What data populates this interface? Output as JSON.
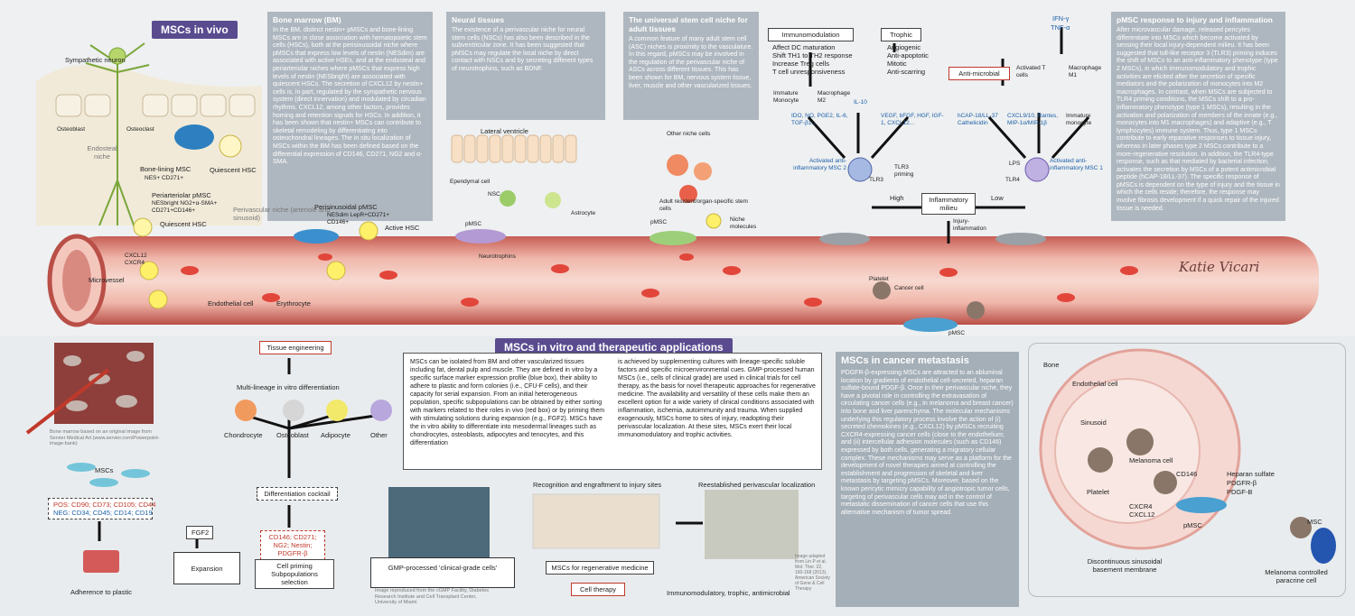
{
  "sections": {
    "in_vivo": "MSCs in vivo",
    "in_vitro": "MSCs in vitro and therapeutic applications",
    "metastasis": "MSCs in cancer metastasis"
  },
  "panels": {
    "bone_marrow": {
      "title": "Bone marrow (BM)",
      "text": "In the BM, distinct nestin+ pMSCs and bone-lining MSCs are in close association with hematopoietic stem cells (HSCs), both at the perisinusoidal niche where pMSCs that express low levels of nestin (NESdim) are associated with active HSEs, and at the endosteal and periarteriolar niches where pMSCs that express high levels of nestin (NESbright) are associated with quiescent HSCs. The secretion of CXCL12 by nestin+ cells is, in part, regulated by the sympathetic nervous system (direct innervation) and modulated by circadian rhythms. CXCL12, among other factors, provides homing and retention signals for HSCs. In addition, it has been shown that nestin+ MSCs can contribute to skeletal remodeling by differentiating into osteochondral lineages. The in situ localization of MSCs within the BM has been defined based on the differential expression of CD146, CD271, NG2 and α-SMA."
    },
    "neural": {
      "title": "Neural tissues",
      "text": "The existence of a perivascular niche for neural stem cells (NSCs) has also been described in the subventricular zone. It has been suggested that pMSCs may regulate the local niche by direct contact with NSCs and by secreting different types of neurotrophins, such as BDNF."
    },
    "universal": {
      "title": "The universal stem cell niche for adult tissues",
      "text": "A common feature of many adult stem cell (ASC) niches is proximity to the vasculature. In this regard, pMSCs may be involved in the regulation of the perivascular niche of ASCs across different tissues. This has been shown for BM, nervous system tissue, liver, muscle and other vascularized tissues."
    },
    "response": {
      "title": "pMSC response to injury and inflammation",
      "text": "After microvascular damage, released pericytes differentiate into MSCs which become activated by sensing their local injury-dependent milieu. It has been suggested that toll-like receptor 3 (TLR3) priming induces the shift of MSCs to an anti-inflammatory phenotype (type 2 MSCs), in which immunomodulatory and trophic activities are elicited after the secretion of specific mediators and the polarization of monocytes into M2 macrophages. In contrast, when MSCs are subjected to TLR4 priming conditions, the MSCs shift to a pro-inflammatory phenotype (type 1 MSCs), resulting in the activation and polarization of members of the innate (e.g., monocytes into M1 macrophages) and adaptive (e.g., T lymphocytes) immune system. Thus, type 1 MSCs contribute to early reparative responses to tissue injury, whereas in later phases type 2 MSCs contribute to a more-regenerative resolution. In addition, the TLR4-type response, such as that mediated by bacterial infection, activates the secretion by MSCs of a potent antimicrobial peptide (hCAP-18/LL-37). The specific response of pMSCs is dependent on the type of injury and the tissue in which the cells reside; therefore, the response may involve fibrosis development if a quick repair of the injured tissue is needed."
    },
    "metastasis": {
      "text": "PDGFR-β-expressing MSCs are attracted to an abluminal location by gradients of endothelial cell-secreted, heparan sulfate-bound PDGF-β. Once in their perivascular niche, they have a pivotal role in controlling the extravasation of circulating cancer cells (e.g., in melanoma and breast cancer) into bone and liver parenchyma. The molecular mechanisms underlying this regulatory process involve the action of (i) secreted chemokines (e.g., CXCL12) by pMSCs recruiting CXCR4-expressing cancer cells (close to the endothelium; and (ii) intercellular adhesion molecules (such as CD146) expressed by both cells, generating a migratory cellular complex. These mechanisms may serve as a platform for the development of novel therapies aimed at controlling the establishment and progression of skeletal and liver metastasis by targeting pMSCs. Moreover, based on the known pericytic mimicry capability of angiotropic tumor cells, targeting of perivascular cells may aid in the control of metastatic dissemination of cancer cells that use this alternative mechanism of tumor spread."
    }
  },
  "vessel_labels": {
    "sympathetic": "Sympathetic neuron",
    "osteoblast1": "Osteoblast",
    "osteoclast": "Osteoclast",
    "endosteal": "Endosteal niche",
    "bone_lining": "Bone-lining MSC",
    "bone_lining_markers": "NES+ CD271+",
    "quiescent_hsc_top": "Quiescent HSC",
    "periarteriolar": "Periarteriolar pMSC",
    "periarteriolar_markers": "NESbright NG2+α-SMA+ CD271+CD146+",
    "quiescent_hsc": "Quiescent HSC",
    "perivascular": "Perivascular niche (arteriole and sinusoid)",
    "perisinusoidal": "Perisinusoidal pMSC",
    "perisinusoidal_markers": "NESdim LepR+CD271+ CD146+",
    "active_hsc": "Active HSC",
    "cxcl12": "CXCL12",
    "cxcr4": "CXCR4",
    "microvessel": "Microvessel",
    "endothelial": "Endothelial cell",
    "erythrocyte": "Erythrocyte",
    "lateral_ventricle": "Lateral ventricle",
    "ependymal": "Ependymal cell",
    "nsc": "NSC",
    "astrocyte": "Astrocyte",
    "pmsc1": "pMSC",
    "neurotrophins": "Neurotrophins",
    "other_niche": "Other niche cells",
    "adult_resident": "Adult resident/organ-specific stem cells",
    "pmsc2": "pMSC",
    "niche_molecules": "Niche molecules",
    "platelet": "Platelet",
    "cancer_cell": "Cancer cell",
    "pmsc3": "pMSC",
    "injury": "Injury-inflammation",
    "signature": "Katie Vicari"
  },
  "inflammation": {
    "immunomodulation": "Immunomodulation",
    "immuno_items": [
      "Affect DC maturation",
      "Shift TH1 to TH2 response",
      "Increase Treg cells",
      "T cell unresponsiveness"
    ],
    "trophic": "Trophic",
    "trophic_items": [
      "Angiogenic",
      "Anti-apoptotic",
      "Mitotic",
      "Anti-scarring"
    ],
    "antimicrobial": "Anti-microbial",
    "ifn": "IFN-γ",
    "tnf": "TNF-α",
    "immature_monocyte_l": "Immature Monocyte",
    "macrophage_m2": "Macrophage M2",
    "il10": "IL-10",
    "mediators_l": "IDO, NO, PGE2, IL-6, TGF-β1...",
    "mediators_m": "VEGF, bFGF, HGF, IGF-1, CXCL12...",
    "hcap": "hCAP-18/LL-37 Cathelicidin",
    "cxcl9": "CXCL9/10, Rantes, MIP-1α/MIP-1β",
    "activated_t": "Activated T cells",
    "macrophage_m1": "Macrophage M1",
    "immature_monocyte_r": "Immature monocyte",
    "msc2": "Activated anti-inflammatory MSC 2",
    "msc1": "Activated anti-inflammatory MSC 1",
    "tlr3": "TLR3",
    "tlr3_priming": "TLR3 priming",
    "tlr4": "TLR4",
    "lps": "LPS",
    "high": "High",
    "low": "Low",
    "milieu": "Inflammatory milieu"
  },
  "in_vitro": {
    "tissue_engineering": "Tissue engineering",
    "multilineage": "Multi-lineage in vitro differentiation",
    "lineages": [
      "Chondrocyte",
      "Osteoblast",
      "Adipocyte",
      "Other"
    ],
    "cocktail": "Differentiation cocktail",
    "bone_marrow_credit": "Bone marrow based on an original image from Servier Medical Art (www.servier.com/Powerpoint-image-bank)",
    "mscs": "MSCs",
    "pos": "POS: CD90; CD73; CD105; CD44",
    "neg": "NEG: CD34; CD45; CD14; CD19",
    "adherence": "Adherence to plastic",
    "fgf2": "FGF2",
    "expansion": "Expansion",
    "priming_markers": "CD146; CD271; NG2; Nestin; PDGFR-β",
    "priming": "Cell priming Subpopulations selection",
    "gmp": "GMP-processed 'clinical-grade cells'",
    "gmp_credit": "Image reproduced from the cGMP Facility, Diabetes Research Institute and Cell Transplant Center, University of Miami",
    "recognition": "Recognition and engraftment to injury sites",
    "relocalization": "Reestablished perivascular localization",
    "relocal_credit": "Image adapted from Lin P et al. Mol. Ther. 22, 160-168 (2013). American Society of Gene & Cell Therapy",
    "regen": "MSCs for regenerative medicine",
    "therapy": "Cell therapy",
    "effects": "Immunomodulatory, trophic, antimicrobial",
    "text_left": "MSCs can be isolated from BM and other vascularized tissues including fat, dental pulp and muscle. They are defined in vitro by a specific surface marker expression profile (blue box), their ability to adhere to plastic and form colonies (i.e., CFU-F cells), and their capacity for serial expansion. From an initial heterogeneous population, specific subpopulations can be obtained by either sorting with markers related to their roles in vivo (red box) or by priming them with stimulating solutions during expansion (e.g., FGF2). MSCs have the in vitro ability to differentiate into mesodermal lineages such as chondrocytes, osteoblasts, adipocytes and tenocytes, and this differentiation",
    "text_right": "is achieved by supplementing cultures with lineage-specific soluble factors and specific microenvironmental cues. GMP-processed human MSCs (i.e., cells of clinical grade) are used in clinical trials for cell therapy, as the basis for novel therapeutic approaches for regenerative medicine. The availability and versatility of these cells make them an excellent option for a wide variety of clinical conditions associated with inflammation, ischemia, autoimmunity and trauma. When supplied exogenously, MSCs home to sites of injury, readopting their perivascular localization. At these sites, MSCs exert their local immunomodulatory and trophic activities."
  },
  "metastasis_labels": {
    "bone": "Bone",
    "endothelial": "Endothelial cell",
    "sinusoid": "Sinusoid",
    "melanoma": "Melanoma cell",
    "platelet": "Platelet",
    "cd146": "CD146",
    "cxcr4": "CXCR4",
    "cxcl12": "CXCL12",
    "heparan": "Heparan sulfate",
    "pdgfrb": "PDGFR-β",
    "pdgfb": "PDGF-B",
    "pmsc": "pMSC",
    "msc": "MSC",
    "membrane": "Discontinuous sinusoidal basement membrane",
    "controlled": "Melanoma controlled paracrine cell"
  },
  "colors": {
    "panel": "#aeb7bf",
    "banner": "#5a4b8f",
    "vessel": "#d9796e",
    "blood": "#f4d3c9",
    "accent_red": "#c0392b",
    "accent_blue": "#1d5fa8"
  }
}
